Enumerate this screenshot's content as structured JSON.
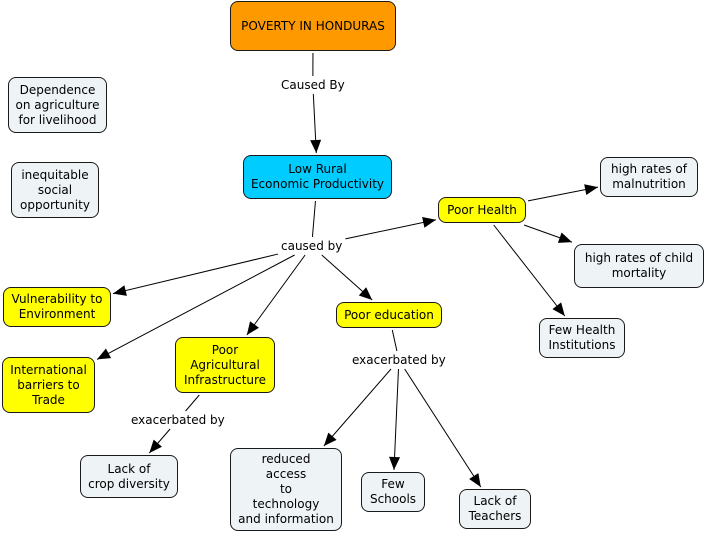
{
  "colors": {
    "root": "#ff9900",
    "core": "#00ccff",
    "cause": "#ffff00",
    "detail": "#eef3f6",
    "border": "#1a1a1a",
    "line": "#000000"
  },
  "nodes": [
    {
      "id": "poverty",
      "text": "POVERTY IN HONDURAS",
      "kind": "root"
    },
    {
      "id": "dependence",
      "text": "Dependence\non agriculture\nfor livelihood",
      "kind": "detail"
    },
    {
      "id": "inequitable",
      "text": "inequitable\nsocial\nopportunity",
      "kind": "detail"
    },
    {
      "id": "lowrural",
      "text": "Low Rural\nEconomic Productivity",
      "kind": "core"
    },
    {
      "id": "poorhealth",
      "text": "Poor Health",
      "kind": "cause"
    },
    {
      "id": "malnutrition",
      "text": "high rates of\nmalnutrition",
      "kind": "detail"
    },
    {
      "id": "childmortality",
      "text": "high rates of child\nmortality",
      "kind": "detail"
    },
    {
      "id": "vulnerability",
      "text": "Vulnerability to\nEnvironment",
      "kind": "cause"
    },
    {
      "id": "poored",
      "text": "Poor education",
      "kind": "cause"
    },
    {
      "id": "fewhealth",
      "text": "Few Health\nInstitutions",
      "kind": "detail"
    },
    {
      "id": "international",
      "text": "International\nbarriers to\nTrade",
      "kind": "cause"
    },
    {
      "id": "pooragri",
      "text": "Poor\nAgricultural\nInfrastructure",
      "kind": "cause"
    },
    {
      "id": "cropdiv",
      "text": "Lack of\ncrop diversity",
      "kind": "detail"
    },
    {
      "id": "reducedaccess",
      "text": "reduced\naccess\nto\ntechnology\nand information",
      "kind": "detail"
    },
    {
      "id": "fewschools",
      "text": "Few\nSchools",
      "kind": "detail"
    },
    {
      "id": "lackteachers",
      "text": "Lack of\nTeachers",
      "kind": "detail"
    }
  ],
  "linking_phrases": [
    {
      "id": "causedBy1",
      "text": "Caused By"
    },
    {
      "id": "causedBy2",
      "text": "caused by"
    },
    {
      "id": "exacerbated1",
      "text": "exacerbated by"
    },
    {
      "id": "exacerbated2",
      "text": "exacerbated by"
    }
  ],
  "connections": [
    {
      "from": "poverty",
      "to": "causedBy1",
      "arrow": false
    },
    {
      "from": "causedBy1",
      "to": "lowrural",
      "arrow": true
    },
    {
      "from": "lowrural",
      "to": "causedBy2",
      "arrow": false
    },
    {
      "from": "causedBy2",
      "to": "poorhealth",
      "arrow": true
    },
    {
      "from": "causedBy2",
      "to": "vulnerability",
      "arrow": true
    },
    {
      "from": "causedBy2",
      "to": "international",
      "arrow": true
    },
    {
      "from": "causedBy2",
      "to": "pooragri",
      "arrow": true
    },
    {
      "from": "causedBy2",
      "to": "poored",
      "arrow": true
    },
    {
      "from": "poorhealth",
      "to": "malnutrition",
      "arrow": true
    },
    {
      "from": "poorhealth",
      "to": "childmortality",
      "arrow": true
    },
    {
      "from": "poorhealth",
      "to": "fewhealth",
      "arrow": true
    },
    {
      "from": "pooragri",
      "to": "exacerbated1",
      "arrow": false
    },
    {
      "from": "exacerbated1",
      "to": "cropdiv",
      "arrow": true
    },
    {
      "from": "poored",
      "to": "exacerbated2",
      "arrow": false
    },
    {
      "from": "exacerbated2",
      "to": "reducedaccess",
      "arrow": true
    },
    {
      "from": "exacerbated2",
      "to": "fewschools",
      "arrow": true
    },
    {
      "from": "exacerbated2",
      "to": "lackteachers",
      "arrow": true
    }
  ]
}
